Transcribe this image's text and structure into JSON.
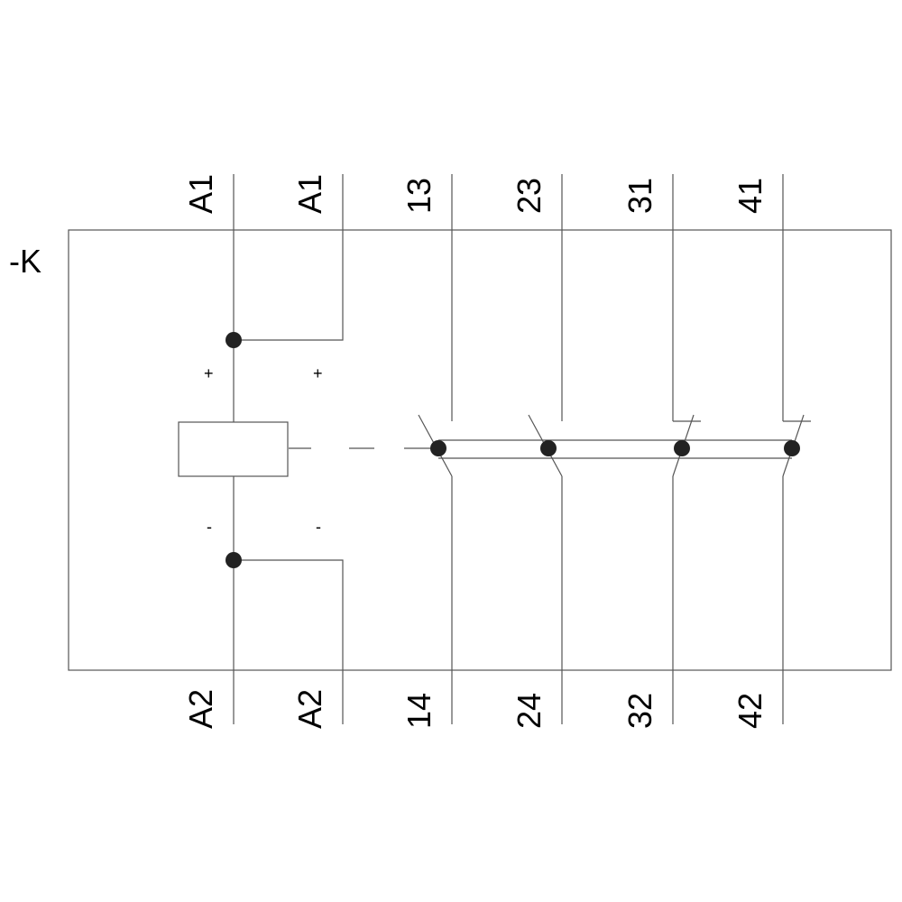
{
  "device_tag": "-K",
  "coil": {
    "terminals_top": [
      "A1",
      "A1"
    ],
    "terminals_bottom": [
      "A2",
      "A2"
    ],
    "plus": "+",
    "minus": "-"
  },
  "contacts": [
    {
      "type": "NO",
      "top": "13",
      "bottom": "14"
    },
    {
      "type": "NO",
      "top": "23",
      "bottom": "24"
    },
    {
      "type": "NC",
      "top": "31",
      "bottom": "32"
    },
    {
      "type": "NC",
      "top": "41",
      "bottom": "42"
    }
  ],
  "colors": {
    "line": "#555555",
    "dot": "#222222"
  }
}
